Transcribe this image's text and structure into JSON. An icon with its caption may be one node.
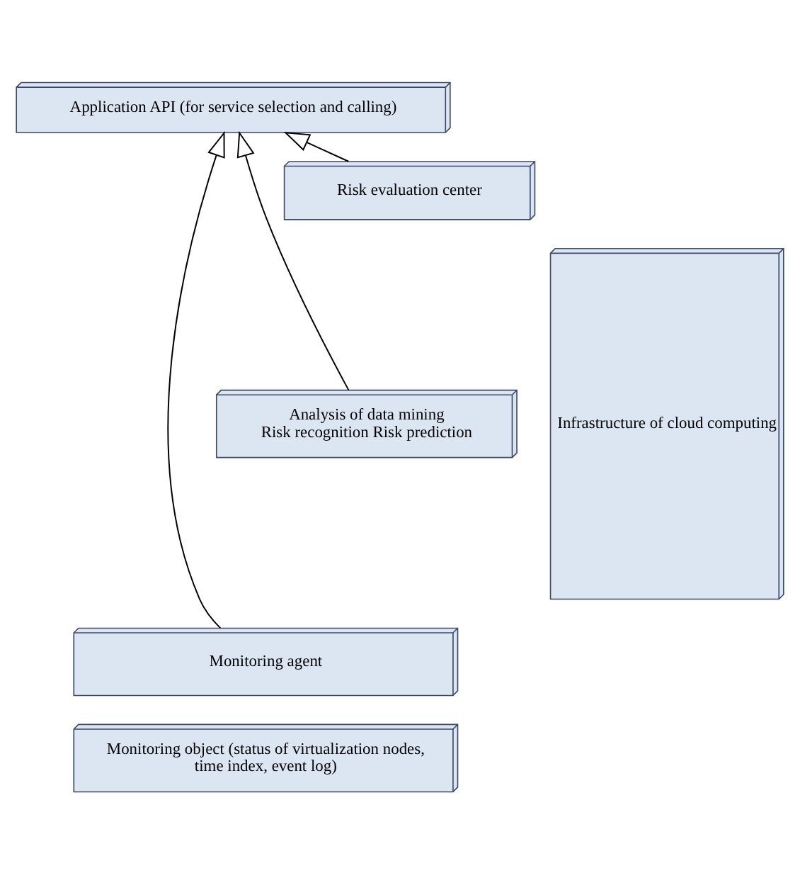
{
  "diagram": {
    "nodes": [
      {
        "text": [
          "Application API (for service selection and calling)"
        ]
      },
      {
        "text": [
          "Risk evaluation center"
        ]
      },
      {
        "text": [
          "Analysis of data mining Risk recognition Risk prediction"
        ]
      },
      {
        "text": [
          "Monitoring agent"
        ]
      },
      {
        "text": [
          "Monitoring object (status of virtualization nodes, time index, event log)"
        ]
      },
      {
        "text": [
          "Infrastructure of cloud computing"
        ]
      }
    ],
    "edges": [
      {
        "from": 3,
        "to": 0,
        "arrow": "to"
      },
      {
        "from": 2,
        "to": 0,
        "arrow": "to"
      },
      {
        "from": 1,
        "to": 0,
        "arrow": "to"
      }
    ]
  }
}
